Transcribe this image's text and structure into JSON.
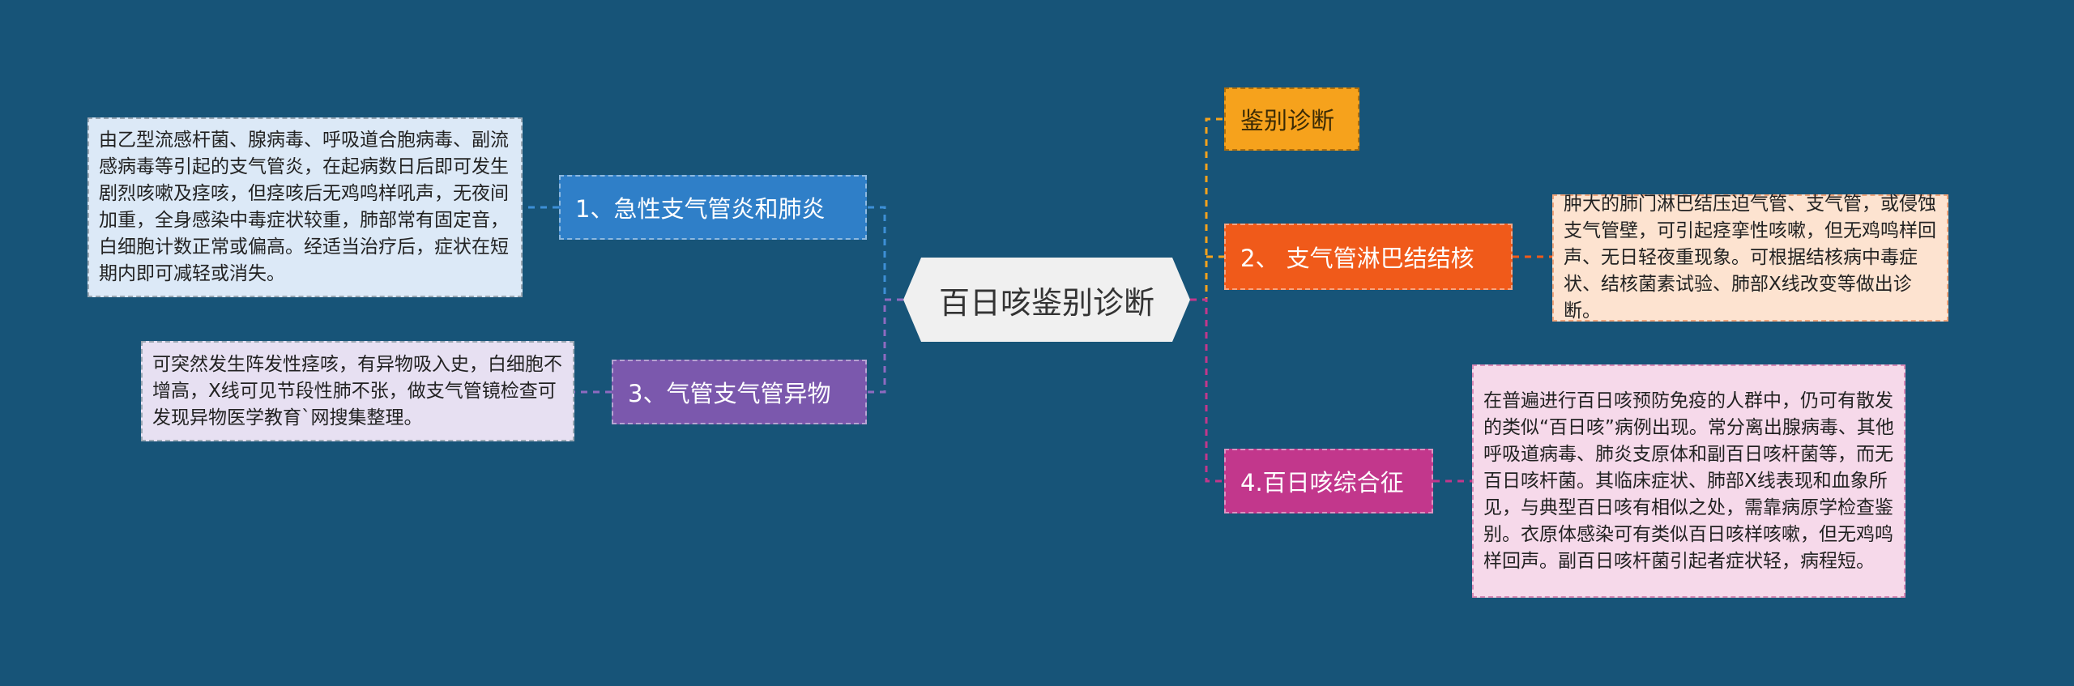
{
  "center": {
    "title": "百日咳鉴别诊断"
  },
  "branches": {
    "b1": {
      "label": "1、急性支气管炎和肺炎",
      "color": "#2f7fc8"
    },
    "b3": {
      "label": "3、气管支气管异物",
      "color": "#7b58ad"
    },
    "ba": {
      "label": "鉴别诊断",
      "color": "#f6a21c"
    },
    "b2": {
      "label": "2、 支气管淋巴结结核",
      "color": "#f05a1a"
    },
    "b4": {
      "label": "4.百日咳综合征",
      "color": "#c2378c"
    }
  },
  "details": {
    "d1": "由乙型流感杆菌、腺病毒、呼吸道合胞病毒、副流感病毒等引起的支气管炎，在起病数日后即可发生剧烈咳嗽及痉咳，但痉咳后无鸡鸣样吼声，无夜间加重，全身感染中毒症状较重，肺部常有固定音，白细胞计数正常或偏高。经适当治疗后，症状在短期内即可减轻或消失。",
    "d3": "可突然发生阵发性痉咳，有异物吸入史，白细胞不增高，X线可见节段性肺不张，做支气管镜检查可发现异物医学教育`网搜集整理。",
    "d2": "肿大的肺门淋巴结压迫气管、支气管，或侵蚀支气管壁，可引起痉挛性咳嗽，但无鸡鸣样回声、无日轻夜重现象。可根据结核病中毒症状、结核菌素试验、肺部X线改变等做出诊断。",
    "d4": "在普遍进行百日咳预防免疫的人群中，仍可有散发的类似“百日咳”病例出现。常分离出腺病毒、其他呼吸道病毒、肺炎支原体和副百日咳杆菌等，而无百日咳杆菌。其临床症状、肺部X线表现和血象所见，与典型百日咳有相似之处，需靠病原学检查鉴别。衣原体感染可有类似百日咳样咳嗽，但无鸡鸣样回声。副百日咳杆菌引起者症状轻，病程短。"
  }
}
